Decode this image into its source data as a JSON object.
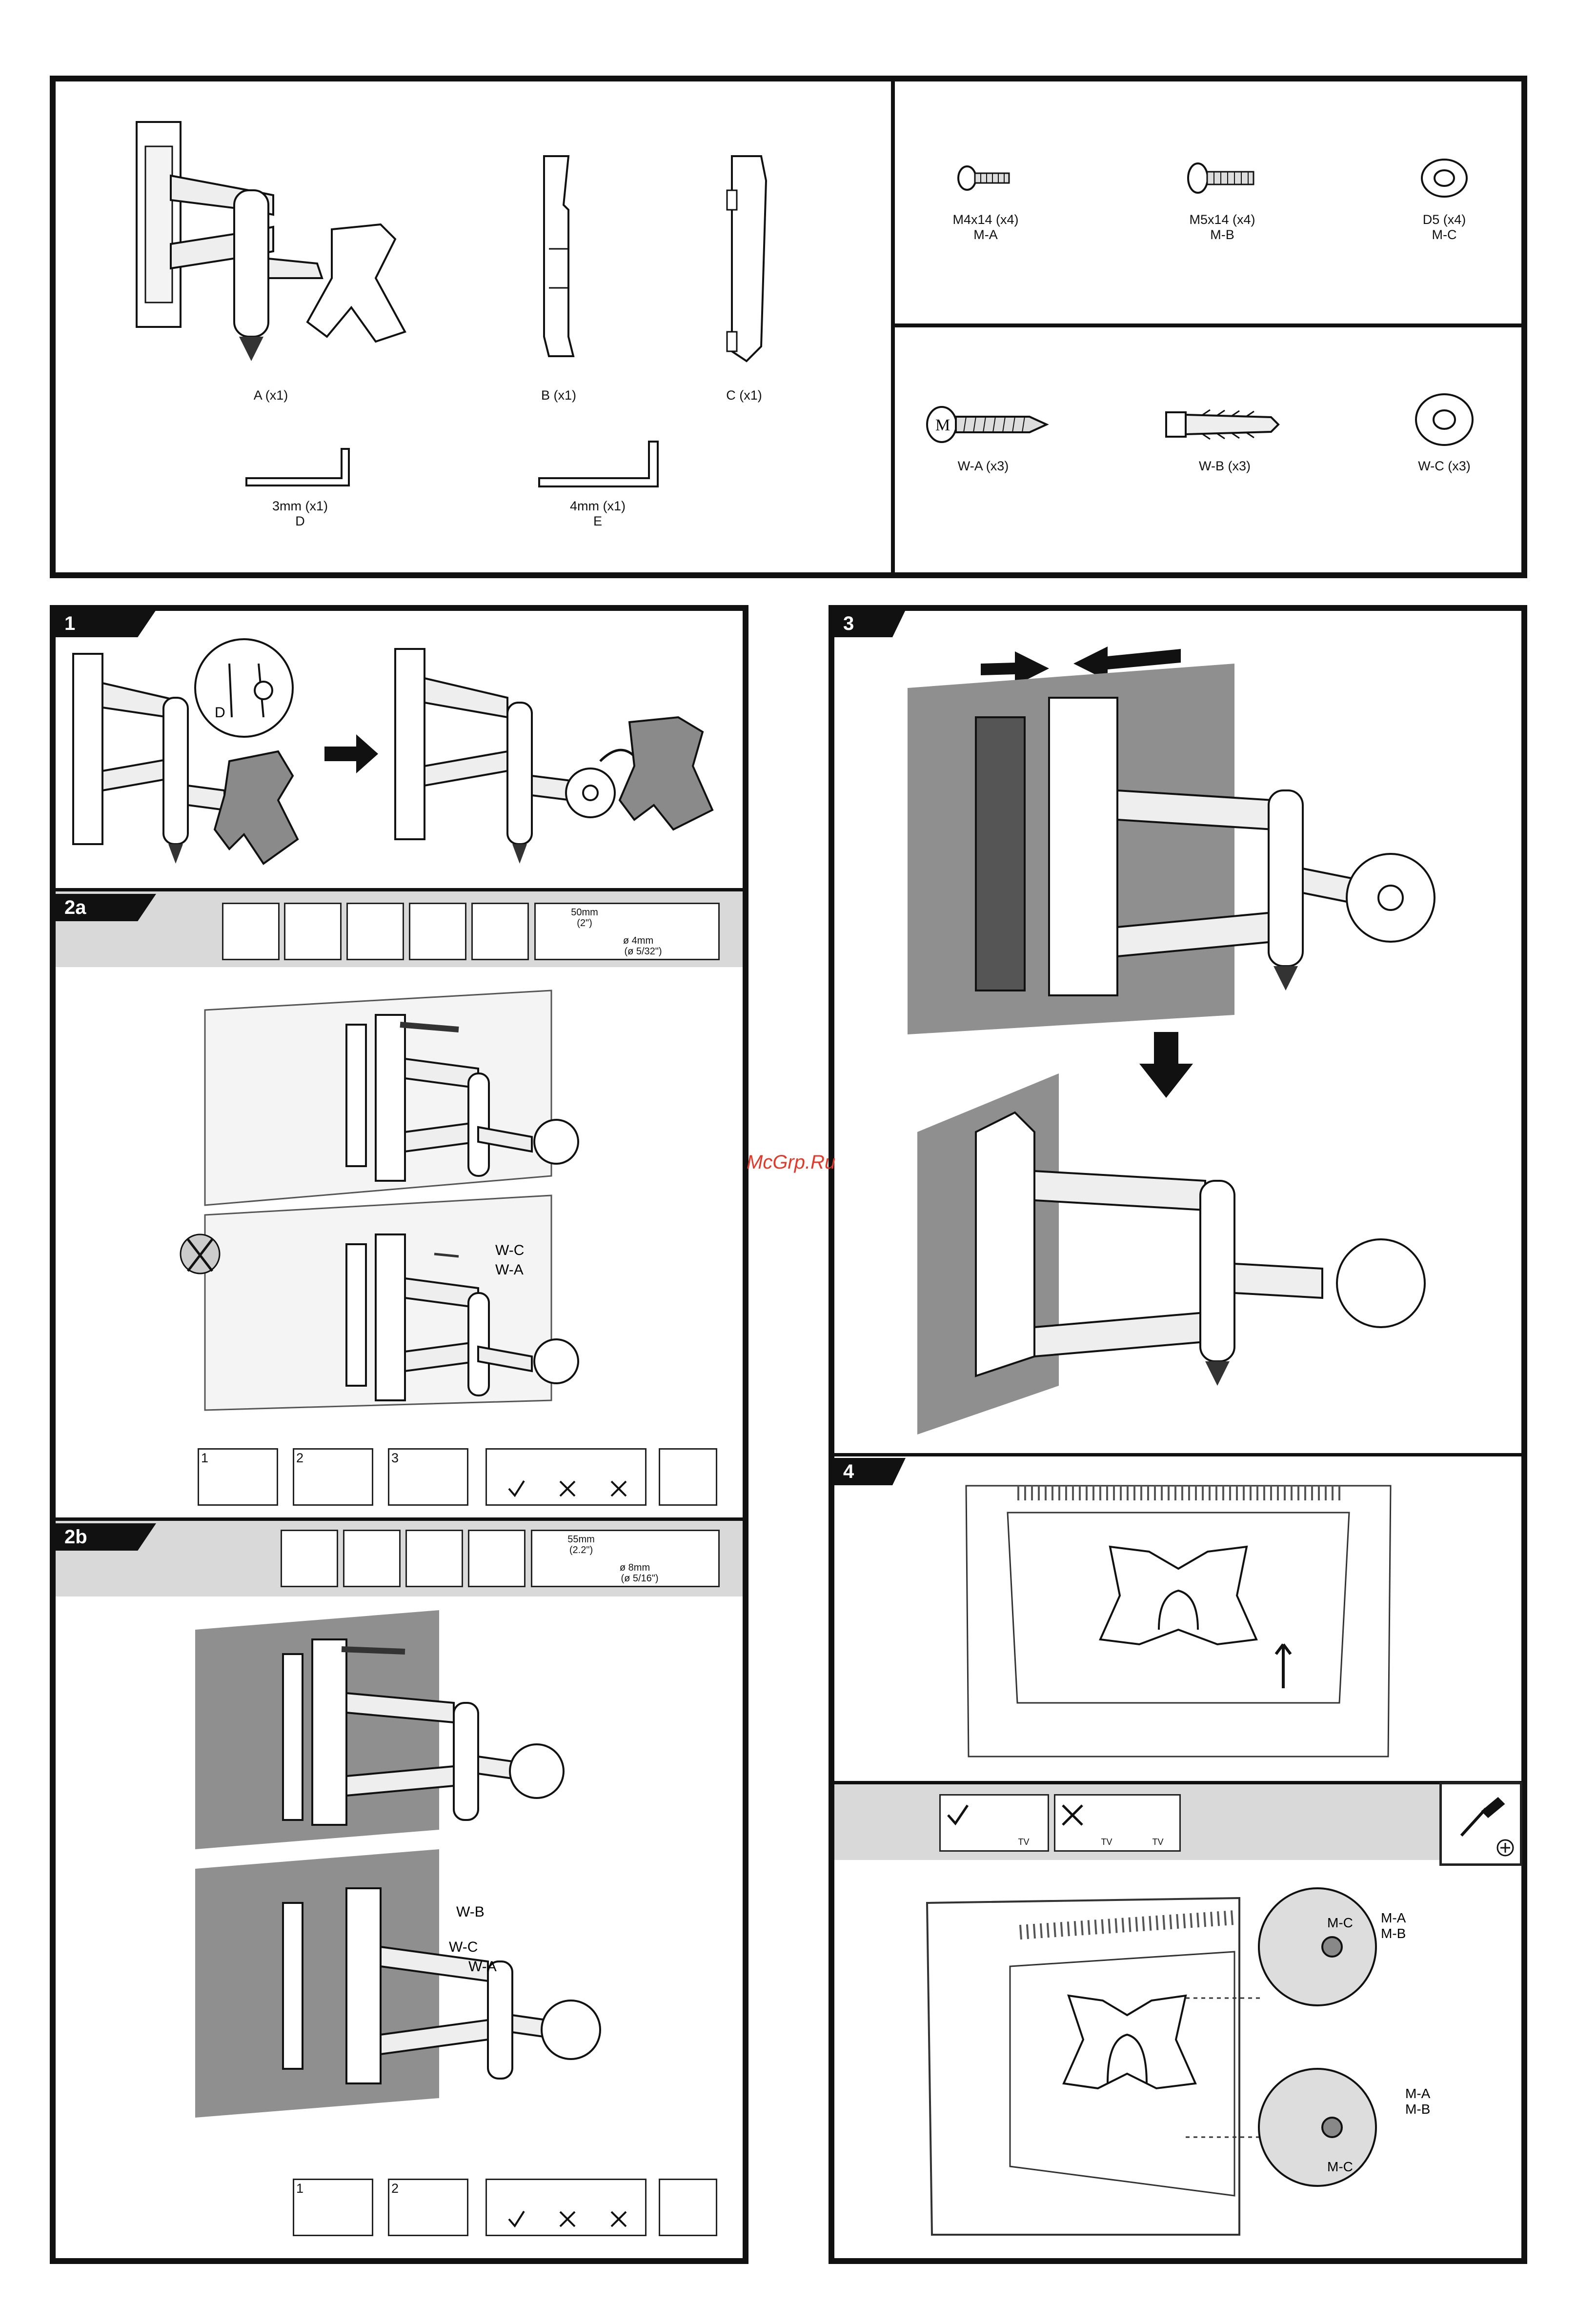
{
  "parts": {
    "a": "A (x1)",
    "b": "B (x1)",
    "c": "C (x1)",
    "d_size": "3mm (x1)",
    "d_code": "D",
    "e_size": "4mm (x1)",
    "e_code": "E",
    "ma_size": "M4x14 (x4)",
    "ma_code": "M-A",
    "mb_size": "M5x14 (x4)",
    "mb_code": "M-B",
    "mc_size": "D5 (x4)",
    "mc_code": "M-C",
    "wa": "W-A (x3)",
    "wb": "W-B (x3)",
    "wc": "W-C (x3)"
  },
  "steps": {
    "s1": "1",
    "s2a": "2a",
    "s2b": "2b",
    "s3": "3",
    "s4": "4"
  },
  "callouts": {
    "d": "D",
    "wc": "W-C",
    "wa": "W-A",
    "wb": "W-B",
    "mc": "M-C",
    "ma": "M-A",
    "mb": "M-B",
    "tv": "TV",
    "m_screw_mark": "M"
  },
  "tools": {
    "drill_2a_depth": "50mm",
    "drill_2a_depth_in": "(2\")",
    "drill_2a_bit": "ø 4mm",
    "drill_2a_bit_in": "(ø 5/32\")",
    "drill_2b_depth": "55mm",
    "drill_2b_depth_in": "(2.2\")",
    "drill_2b_bit": "ø 8mm",
    "drill_2b_bit_in": "(ø 5/16\")",
    "sub_1": "1",
    "sub_2": "2",
    "sub_3": "3"
  },
  "watermark": "McGrp.Ru",
  "colors": {
    "ink": "#111111",
    "band": "#d9d9d9",
    "wall": "#8f8f8f",
    "watermark": "#e23a2a"
  },
  "icons": [
    "arrow-right-icon",
    "arrow-down-icon",
    "arrow-up-icon",
    "check-icon",
    "cross-icon",
    "screwdriver-icon",
    "plus-icon",
    "drill-icon",
    "level-icon",
    "pencil-icon"
  ]
}
